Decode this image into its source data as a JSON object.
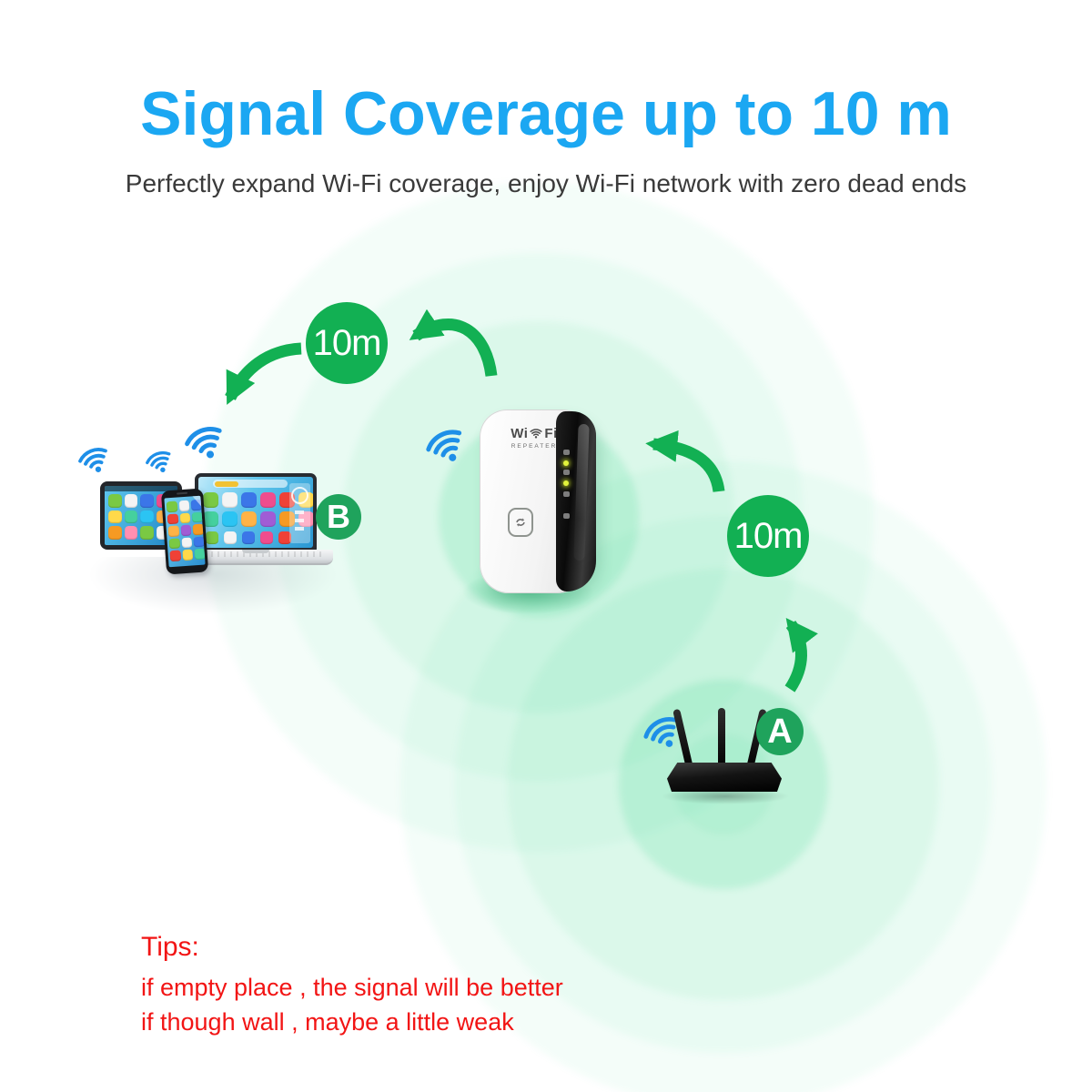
{
  "header": {
    "title": "Signal Coverage up to 10 m",
    "subtitle": "Perfectly expand Wi-Fi coverage, enjoy Wi-Fi network with zero dead ends"
  },
  "diagram": {
    "distance_badge_left": "10m",
    "distance_badge_right": "10m",
    "point_a_label": "A",
    "point_b_label": "B",
    "repeater": {
      "logo_left": "Wi",
      "logo_right": "Fi",
      "logo_sub": "REPEATER"
    }
  },
  "tips": {
    "heading": "Tips:",
    "lines": [
      "if empty place , the signal will be better",
      "if though wall , maybe a little weak"
    ]
  },
  "colors": {
    "title_blue": "#1BA7F2",
    "signal_green": "#12B053",
    "label_green": "#1FA35C",
    "tips_red": "#F21414",
    "wifi_blue": "#1E8FE8",
    "coverage_mint": "#2ED586"
  },
  "icons": {
    "wifi": "wifi-icon",
    "arrowhead": "curved-arrow-icon",
    "wps": "wps-sync-icon"
  },
  "app_icon_palette": [
    "#ef4d8e",
    "#f59a23",
    "#ffd94a",
    "#7ac943",
    "#2bc4f3",
    "#3b76e8",
    "#a05cd5",
    "#ef4136",
    "#ff8fb1",
    "#45d09e",
    "#f4f4f4",
    "#ffb347"
  ]
}
